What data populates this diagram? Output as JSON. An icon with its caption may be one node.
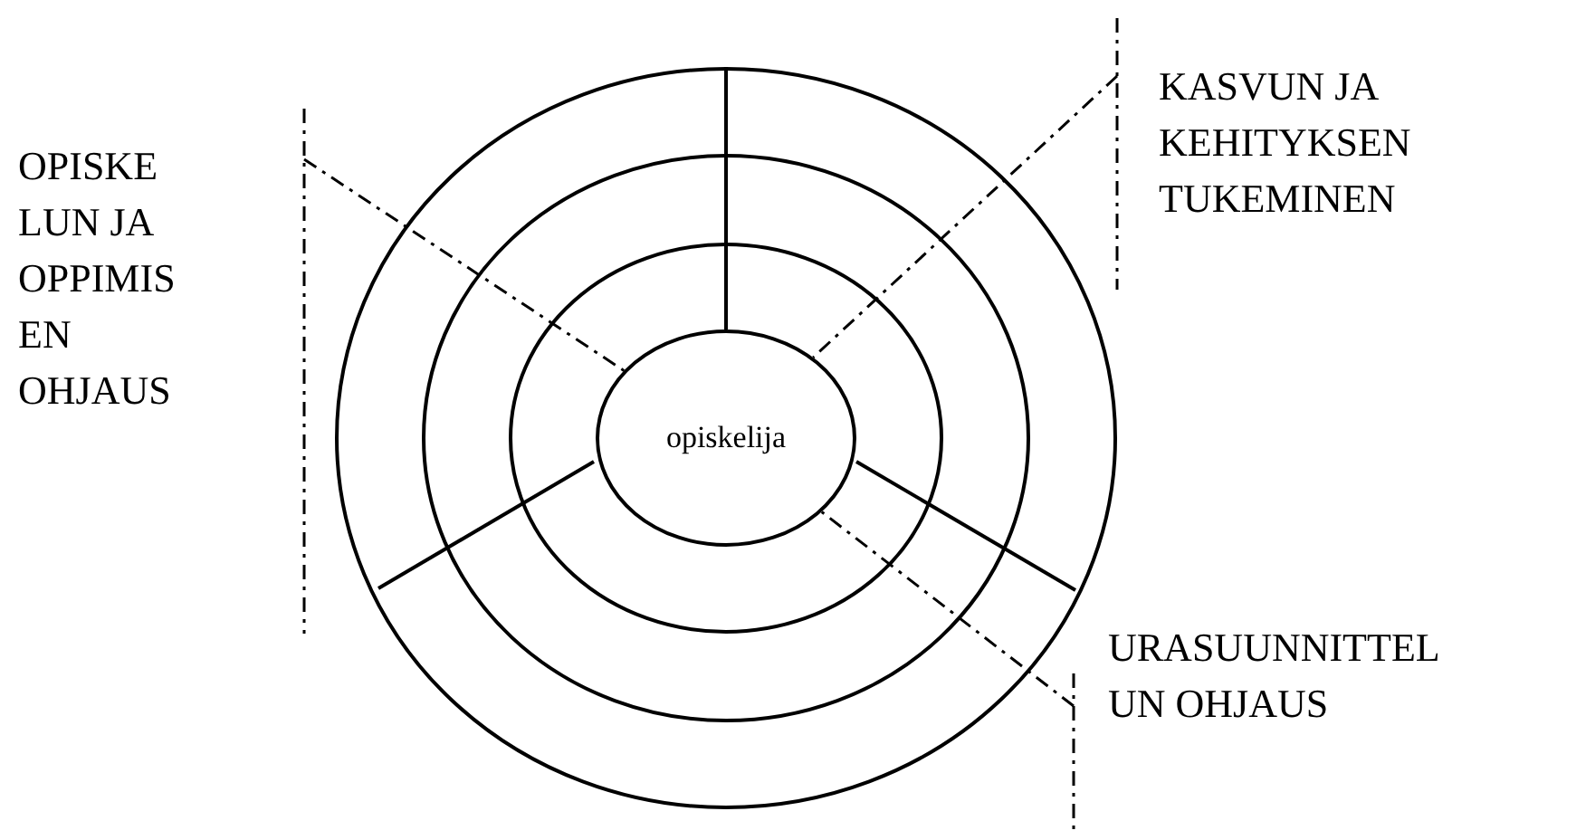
{
  "diagram": {
    "nodes": [
      {
        "text": [],
        "shape": "circle"
      },
      {
        "text": [],
        "shape": "circle",
        "in": 0
      },
      {
        "text": [],
        "shape": "circle",
        "in": 1
      },
      {
        "text": [
          "opiskelija"
        ],
        "in": 2
      },
      {
        "text": [
          "OPISKE LUN JA OPPIMIS EN OHJAUS"
        ]
      },
      {
        "text": [
          "KASVUN JA KEHITYKSEN TUKEMINEN"
        ]
      },
      {
        "text": [
          "URASUUNNITTEL UN OHJAUS"
        ]
      }
    ],
    "edges": [
      {
        "from": 4,
        "to": 3,
        "arrow": "none",
        "style": "dashed"
      },
      {
        "from": 5,
        "to": 3,
        "arrow": "none",
        "style": "dashed"
      },
      {
        "from": 6,
        "to": 3,
        "arrow": "none",
        "style": "dashed"
      }
    ]
  }
}
